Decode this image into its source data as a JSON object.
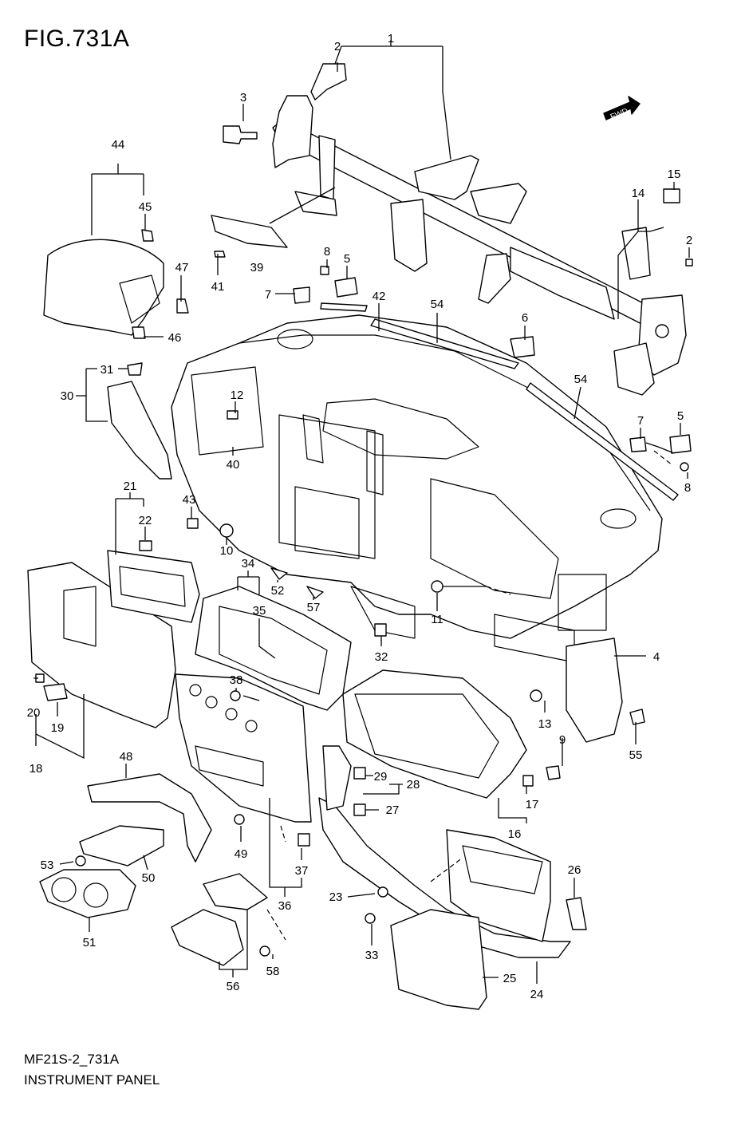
{
  "figure": {
    "title": "FIG.731A",
    "code": "MF21S-2_731A",
    "caption": "INSTRUMENT PANEL",
    "fwd_badge": "FWD"
  },
  "callouts": [
    {
      "id": "c1",
      "num": "1"
    },
    {
      "id": "c2a",
      "num": "2"
    },
    {
      "id": "c3",
      "num": "3"
    },
    {
      "id": "c44",
      "num": "44"
    },
    {
      "id": "c45",
      "num": "45"
    },
    {
      "id": "c39",
      "num": "39"
    },
    {
      "id": "c41",
      "num": "41"
    },
    {
      "id": "c47",
      "num": "47"
    },
    {
      "id": "c46",
      "num": "46"
    },
    {
      "id": "c8a",
      "num": "8"
    },
    {
      "id": "c5a",
      "num": "5"
    },
    {
      "id": "c7a",
      "num": "7"
    },
    {
      "id": "c42",
      "num": "42"
    },
    {
      "id": "c54a",
      "num": "54"
    },
    {
      "id": "c15",
      "num": "15"
    },
    {
      "id": "c14",
      "num": "14"
    },
    {
      "id": "c2b",
      "num": "2"
    },
    {
      "id": "c6",
      "num": "6"
    },
    {
      "id": "c54b",
      "num": "54"
    },
    {
      "id": "c31",
      "num": "31"
    },
    {
      "id": "c30",
      "num": "30"
    },
    {
      "id": "c12",
      "num": "12"
    },
    {
      "id": "c40",
      "num": "40"
    },
    {
      "id": "c7b",
      "num": "7"
    },
    {
      "id": "c5b",
      "num": "5"
    },
    {
      "id": "c8b",
      "num": "8"
    },
    {
      "id": "c21",
      "num": "21"
    },
    {
      "id": "c43",
      "num": "43"
    },
    {
      "id": "c22",
      "num": "22"
    },
    {
      "id": "c10",
      "num": "10"
    },
    {
      "id": "c34",
      "num": "34"
    },
    {
      "id": "c52",
      "num": "52"
    },
    {
      "id": "c35",
      "num": "35"
    },
    {
      "id": "c57",
      "num": "57"
    },
    {
      "id": "c11",
      "num": "11"
    },
    {
      "id": "c4",
      "num": "4"
    },
    {
      "id": "c32",
      "num": "32"
    },
    {
      "id": "c38",
      "num": "38"
    },
    {
      "id": "c20",
      "num": "20"
    },
    {
      "id": "c19",
      "num": "19"
    },
    {
      "id": "c18",
      "num": "18"
    },
    {
      "id": "c13",
      "num": "13"
    },
    {
      "id": "c55",
      "num": "55"
    },
    {
      "id": "c48",
      "num": "48"
    },
    {
      "id": "c9",
      "num": "9"
    },
    {
      "id": "c29",
      "num": "29"
    },
    {
      "id": "c28",
      "num": "28"
    },
    {
      "id": "c17",
      "num": "17"
    },
    {
      "id": "c27",
      "num": "27"
    },
    {
      "id": "c16",
      "num": "16"
    },
    {
      "id": "c49",
      "num": "49"
    },
    {
      "id": "c53",
      "num": "53"
    },
    {
      "id": "c50",
      "num": "50"
    },
    {
      "id": "c37",
      "num": "37"
    },
    {
      "id": "c26",
      "num": "26"
    },
    {
      "id": "c23",
      "num": "23"
    },
    {
      "id": "c36",
      "num": "36"
    },
    {
      "id": "c51",
      "num": "51"
    },
    {
      "id": "c33",
      "num": "33"
    },
    {
      "id": "c25",
      "num": "25"
    },
    {
      "id": "c24",
      "num": "24"
    },
    {
      "id": "c58",
      "num": "58"
    },
    {
      "id": "c56",
      "num": "56"
    }
  ]
}
